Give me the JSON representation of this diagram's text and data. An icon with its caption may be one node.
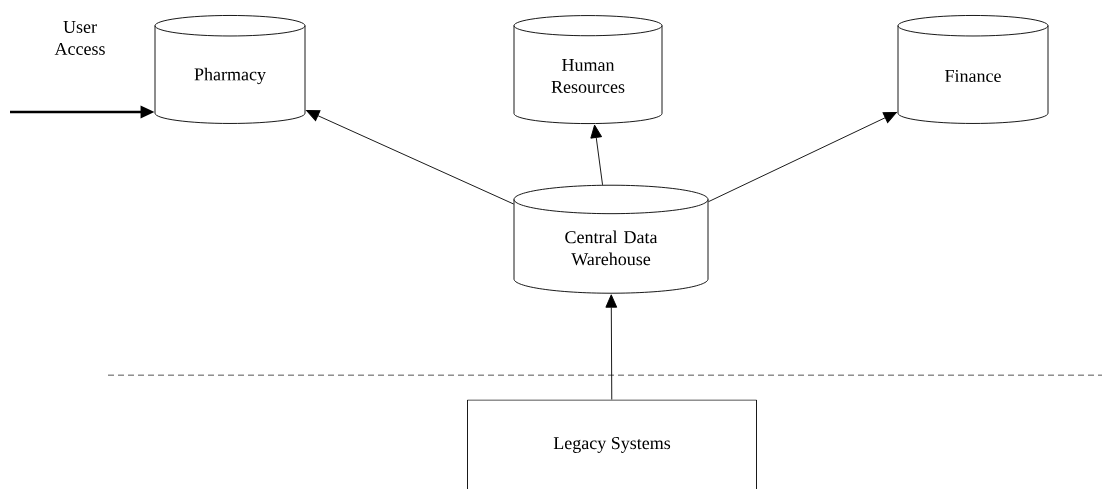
{
  "diagram": {
    "nodes": [
      {
        "text": [
          "Pharmacy"
        ]
      },
      {
        "text": [
          "Human Resources"
        ]
      },
      {
        "text": [
          "Finance"
        ]
      },
      {
        "text": [
          "Central Data Warehouse"
        ]
      },
      {
        "text": [
          "Legacy Systems"
        ]
      }
    ],
    "edges": [
      {
        "from": null,
        "to": 0,
        "arrow": "to",
        "label": "User Access",
        "style": "thick"
      },
      {
        "from": 3,
        "to": 0,
        "arrow": "to"
      },
      {
        "from": 3,
        "to": 1,
        "arrow": "to"
      },
      {
        "from": 3,
        "to": 2,
        "arrow": "to"
      },
      {
        "from": 4,
        "to": 3,
        "arrow": "to"
      }
    ]
  }
}
